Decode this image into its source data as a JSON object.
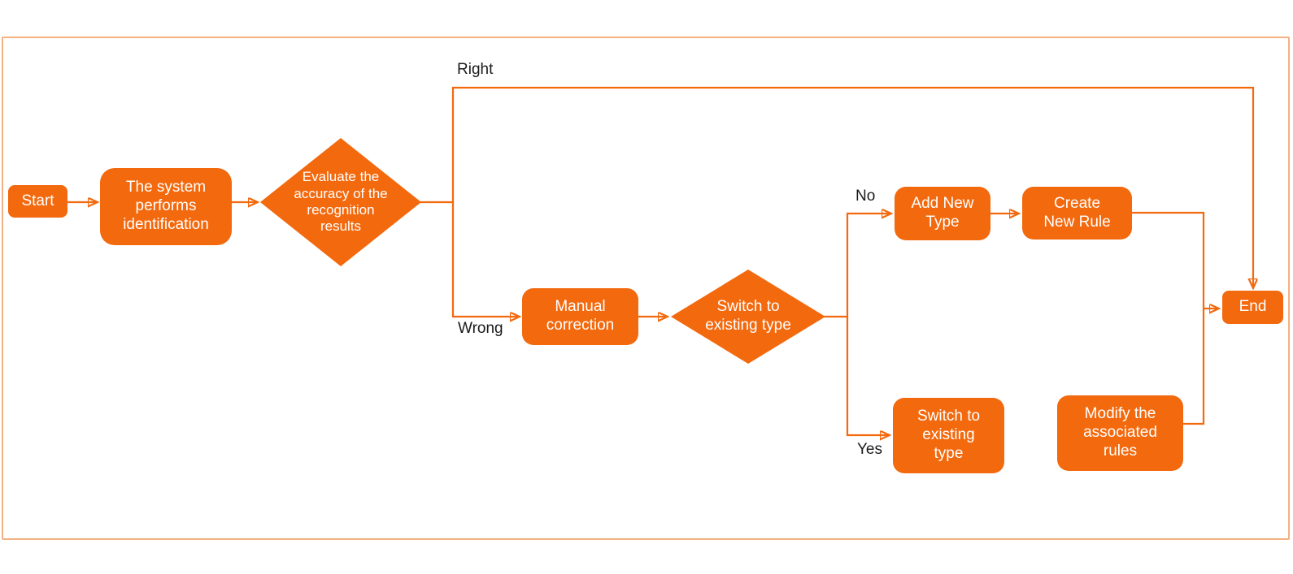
{
  "colors": {
    "node_fill": "#F3690E",
    "connector": "#F3690E",
    "node_text": "#FFFFFF",
    "branch_label_text": "#1A1A1A",
    "frame_border": "#F4B183",
    "background": "#FFFFFF"
  },
  "nodes": {
    "start": {
      "shape": "rounded-rect",
      "label": "Start"
    },
    "system_identification": {
      "shape": "rounded-rect",
      "label": "The system\nperforms\nidentification"
    },
    "evaluate_accuracy": {
      "shape": "diamond",
      "label": "Evaluate the\naccuracy of the\nrecognition\nresults"
    },
    "manual_correction": {
      "shape": "rounded-rect",
      "label": "Manual\ncorrection"
    },
    "switch_decision": {
      "shape": "diamond",
      "label": "Switch to\nexisting type"
    },
    "add_new_type": {
      "shape": "rounded-rect",
      "label": "Add New\nType"
    },
    "create_new_rule": {
      "shape": "rounded-rect",
      "label": "Create\nNew Rule"
    },
    "switch_existing_type": {
      "shape": "rounded-rect",
      "label": "Switch to\nexisting\ntype"
    },
    "modify_associated_rules": {
      "shape": "rounded-rect",
      "label": "Modify the\nassociated\nrules"
    },
    "end": {
      "shape": "rounded-rect",
      "label": "End"
    }
  },
  "edge_labels": {
    "right": "Right",
    "wrong": "Wrong",
    "no": "No",
    "yes": "Yes"
  }
}
